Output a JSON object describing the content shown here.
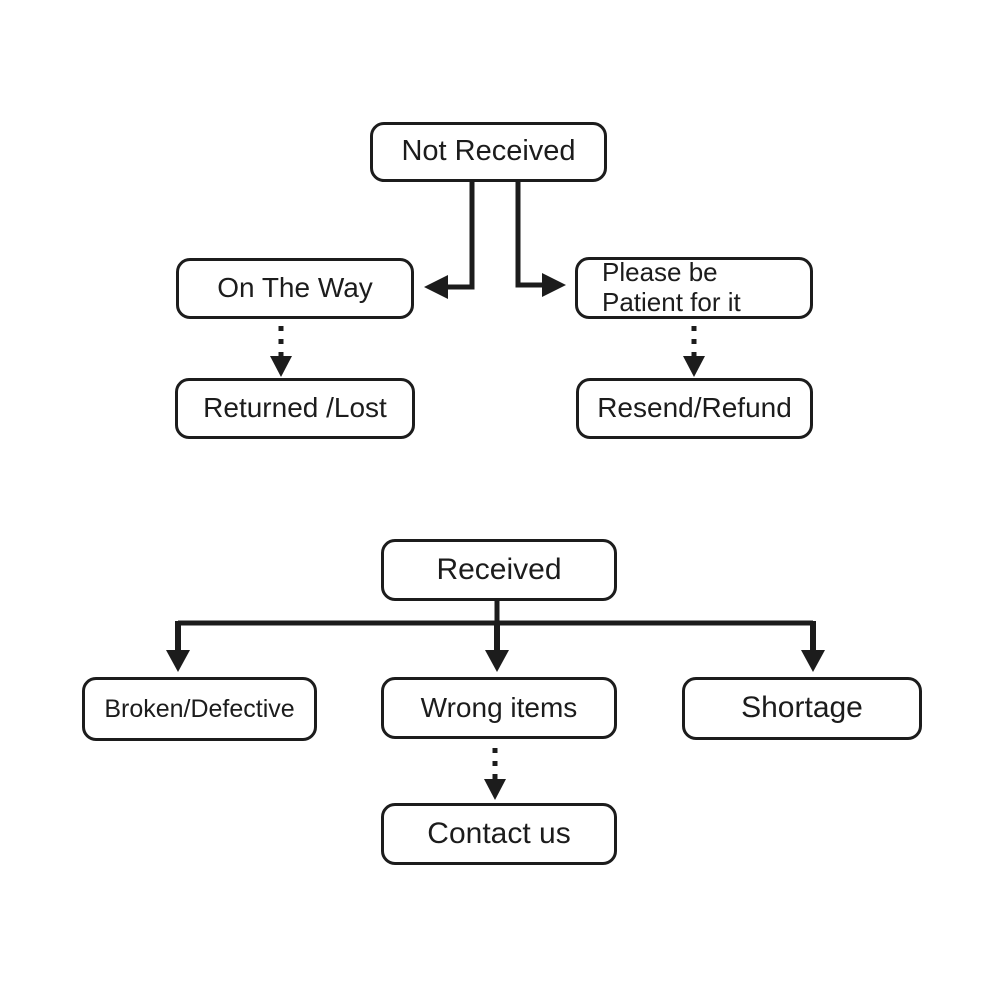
{
  "diagram": {
    "nodes": {
      "not_received": {
        "label": "Not Received"
      },
      "on_the_way": {
        "label": "On The Way"
      },
      "please_be_patient": {
        "line1": "Please be",
        "line2": "Patient for it"
      },
      "returned_lost": {
        "label": "Returned /Lost"
      },
      "resend_refund": {
        "label": "Resend/Refund"
      },
      "received": {
        "label": "Received"
      },
      "broken_defective": {
        "label": "Broken/Defective"
      },
      "wrong_items": {
        "label": "Wrong items"
      },
      "shortage": {
        "label": "Shortage"
      },
      "contact_us": {
        "label": "Contact us"
      }
    },
    "edges": [
      {
        "from": "Not Received",
        "to": "On The Way",
        "style": "solid-arrow"
      },
      {
        "from": "Not Received",
        "to": "Please be Patient for it",
        "style": "solid-arrow"
      },
      {
        "from": "On The Way",
        "to": "Returned /Lost",
        "style": "dotted-arrow"
      },
      {
        "from": "Please be Patient for it",
        "to": "Resend/Refund",
        "style": "dotted-arrow"
      },
      {
        "from": "Received",
        "to": "Broken/Defective",
        "style": "solid-arrow"
      },
      {
        "from": "Received",
        "to": "Wrong items",
        "style": "solid-arrow"
      },
      {
        "from": "Received",
        "to": "Shortage",
        "style": "solid-arrow"
      },
      {
        "from": "Wrong items",
        "to": "Contact us",
        "style": "dotted-arrow"
      }
    ],
    "colors": {
      "line": "#1c1c1c",
      "text": "#1c1c1c",
      "box_background": "#ffffff",
      "page_background": "#ffffff"
    }
  }
}
